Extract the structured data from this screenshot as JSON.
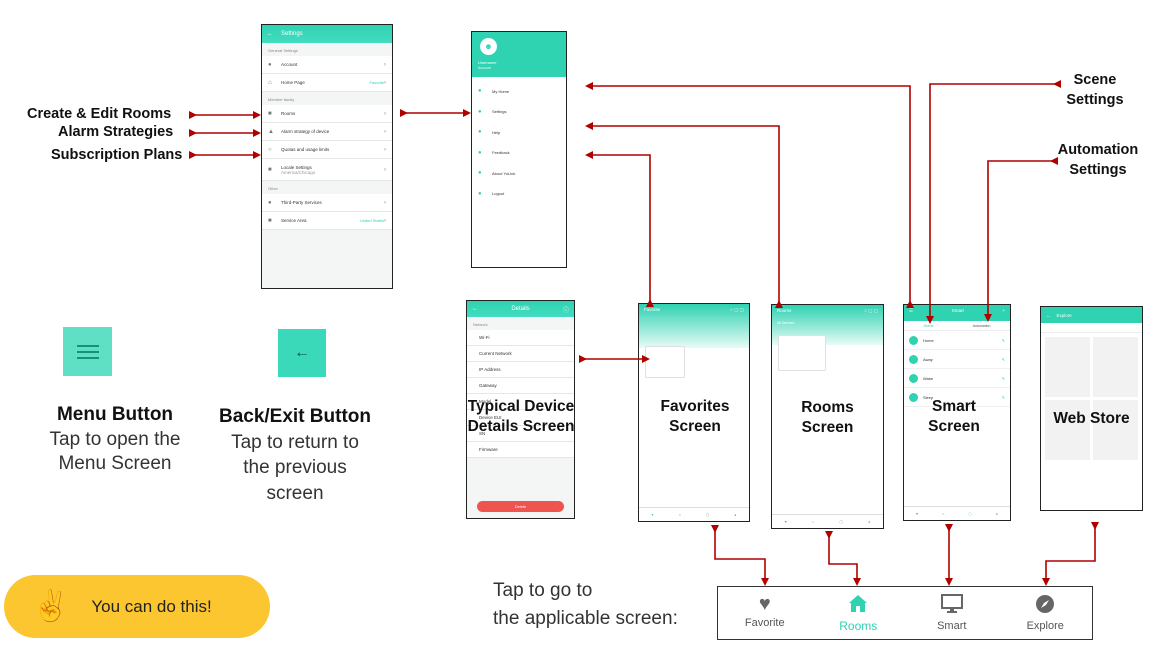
{
  "settings_phone": {
    "title": "Settings",
    "section_general": "General Settings",
    "account": "Account",
    "home_page": "Home Page",
    "home_page_value": "Favorite",
    "section_family": "Member family",
    "rooms": "Rooms",
    "alarm": "Alarm strategy of device",
    "quotas": "Quotas and usage limits",
    "locale": "Locale Settings",
    "locale_value": "America/Chicago",
    "section_other": "Other",
    "third_party": "Third-Party Services",
    "service_area": "Service Area",
    "service_area_value": "United States"
  },
  "menu_phone": {
    "user_name": "Username",
    "user_sub": "Account",
    "items": [
      "My Home",
      "Settings",
      "Help",
      "Feedback",
      "About YoLink",
      "Logout"
    ]
  },
  "details_phone": {
    "title": "Details",
    "section": "Network",
    "rows": [
      {
        "k": "Wi-Fi",
        "v": ""
      },
      {
        "k": "Current Network",
        "v": ""
      },
      {
        "k": "IP Address",
        "v": ""
      },
      {
        "k": "Gateway",
        "v": ""
      },
      {
        "k": "Model",
        "v": ""
      },
      {
        "k": "Device EUI",
        "v": ""
      },
      {
        "k": "SN",
        "v": ""
      },
      {
        "k": "Firmware",
        "v": ""
      }
    ],
    "delete_label": "Delete"
  },
  "favorite_phone": {
    "title": "Favorite"
  },
  "rooms_phone": {
    "title": "Rooms",
    "all_devices": "All Devices"
  },
  "smart_phone": {
    "title": "Smart",
    "tabs": [
      "Scene",
      "Automation"
    ],
    "scenes": [
      "Home",
      "Away",
      "Wake",
      "Sleep"
    ]
  },
  "explore_phone": {
    "title": "Explore"
  },
  "phone_nav": [
    "Favorite",
    "Rooms",
    "Smart",
    "Explore"
  ],
  "labels": {
    "create_edit_rooms": "Create & Edit Rooms",
    "alarm_strategies": "Alarm Strategies",
    "subscription_plans": "Subscription Plans",
    "scene_settings_1": "Scene",
    "scene_settings_2": "Settings",
    "automation_settings_1": "Automation",
    "automation_settings_2": "Settings"
  },
  "screen_titles": {
    "details_1": "Typical Device",
    "details_2": "Details Screen",
    "favorites_1": "Favorites",
    "favorites_2": "Screen",
    "rooms_1": "Rooms",
    "rooms_2": "Screen",
    "smart_1": "Smart",
    "smart_2": "Screen",
    "webstore": "Web Store"
  },
  "menu_button": {
    "title": "Menu Button",
    "desc_1": "Tap to open the",
    "desc_2": "Menu Screen"
  },
  "back_button": {
    "title": "Back/Exit Button",
    "desc_1": "Tap to return to",
    "desc_2": "the previous",
    "desc_3": "screen"
  },
  "tap_text": {
    "line1": "Tap to go to",
    "line2": "the applicable screen:"
  },
  "bottom_nav": {
    "items": [
      {
        "label": "Favorite",
        "icon": "heart-icon"
      },
      {
        "label": "Rooms",
        "icon": "home-icon"
      },
      {
        "label": "Smart",
        "icon": "monitor-icon"
      },
      {
        "label": "Explore",
        "icon": "compass-icon"
      }
    ],
    "active": "Rooms"
  },
  "badge": {
    "text": "You can do this!"
  },
  "colors": {
    "teal": "#2fd2b1",
    "arrow": "#b00000",
    "badge": "#fcc631"
  }
}
